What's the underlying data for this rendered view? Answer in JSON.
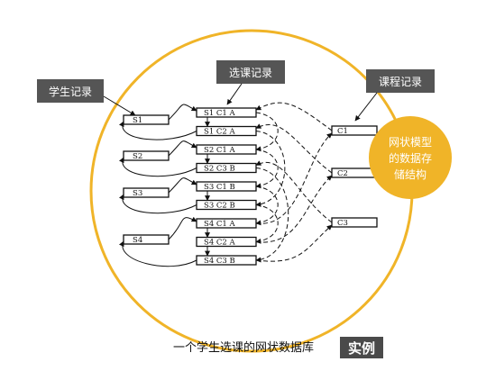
{
  "labels": {
    "student_records": "学生记录",
    "course_selection_records": "选课记录",
    "course_records": "课程记录"
  },
  "bubble": {
    "lines": [
      "网状模型",
      "的数据存",
      "储结构"
    ]
  },
  "caption": {
    "text": "一个学生选课的网状数据库",
    "badge": "实例"
  },
  "students": [
    "S1",
    "S2",
    "S3",
    "S4"
  ],
  "selections": [
    {
      "s": "S1",
      "c": "C1",
      "g": "A"
    },
    {
      "s": "S1",
      "c": "C2",
      "g": "A"
    },
    {
      "s": "S2",
      "c": "C1",
      "g": "A"
    },
    {
      "s": "S2",
      "c": "C3",
      "g": "B"
    },
    {
      "s": "S3",
      "c": "C1",
      "g": "B"
    },
    {
      "s": "S3",
      "c": "C2",
      "g": "B"
    },
    {
      "s": "S4",
      "c": "C1",
      "g": "A"
    },
    {
      "s": "S4",
      "c": "C2",
      "g": "A"
    },
    {
      "s": "S4",
      "c": "C3",
      "g": "B"
    }
  ],
  "courses": [
    "C1",
    "C2",
    "C3"
  ],
  "colors": {
    "circle": "#f0b428",
    "callout": "#555555",
    "bubble": "#f0b428",
    "badge": "#4a4a4a"
  }
}
